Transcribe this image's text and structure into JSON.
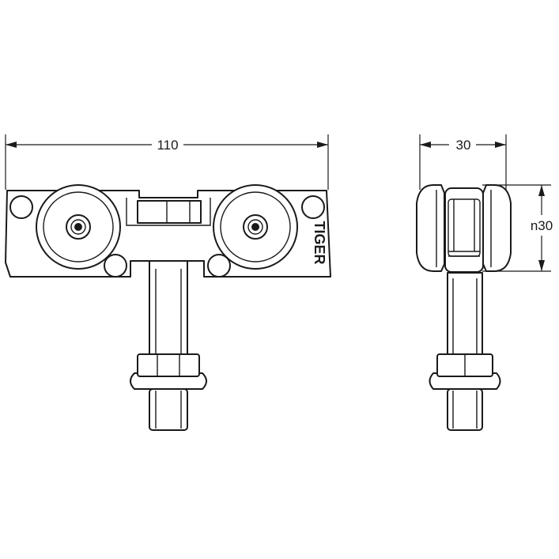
{
  "dimensions": {
    "overall_width": "110",
    "depth": "30",
    "wheel_diameter": "n30"
  },
  "branding": {
    "logo_text": "TIGER"
  },
  "views": [
    "front-view",
    "side-view"
  ]
}
